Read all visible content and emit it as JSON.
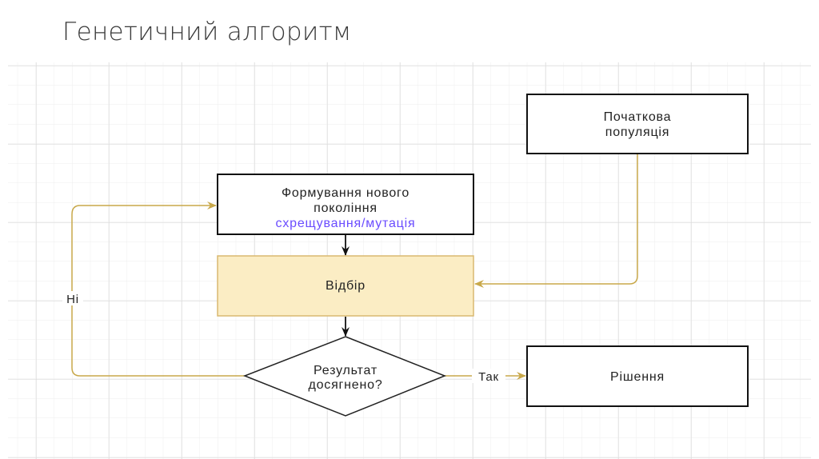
{
  "slide": {
    "title": "Генетичний алгоритм"
  },
  "diagram": {
    "nodes": {
      "initial_population": {
        "line1": "Початкова",
        "line2": "популяція"
      },
      "new_generation": {
        "line1": "Формування нового",
        "line2": "покоління",
        "line3": "схрещування/мутація"
      },
      "selection": {
        "label": "Відбір"
      },
      "decision": {
        "line1": "Результат",
        "line2": "досягнено?"
      },
      "solution": {
        "label": "Рішення"
      }
    },
    "edges": {
      "yes_label": "Так",
      "no_label": "Ні"
    },
    "colors": {
      "connector": "#c8a84a",
      "selection_fill": "#fbedc4",
      "selection_stroke": "#d9b870",
      "accent_text": "#6a4cff"
    }
  }
}
